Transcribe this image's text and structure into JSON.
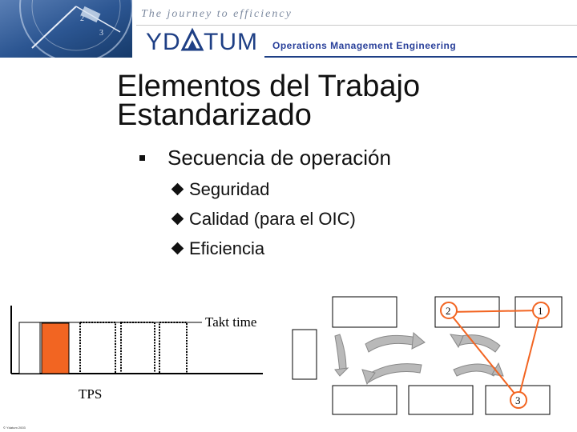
{
  "header": {
    "tagline": "The journey to efficiency",
    "logo": "YDATUM",
    "logo_sub": "Operations Management Engineering"
  },
  "title": {
    "line1": "Elementos del Trabajo",
    "line2": "Estandarizado"
  },
  "content": {
    "bullet": "Secuencia de operación",
    "sub_items": [
      "Seguridad",
      "Calidad (para el  OIC)",
      "Eficiencia"
    ]
  },
  "left_diagram": {
    "takt_label": "Takt time",
    "caption": "TPS",
    "active_color": "#f26522"
  },
  "right_diagram": {
    "station_labels": [
      "1",
      "2",
      "3"
    ],
    "route_color": "#f26522"
  },
  "footer": {
    "copyright": "© Ydatum 2003"
  }
}
